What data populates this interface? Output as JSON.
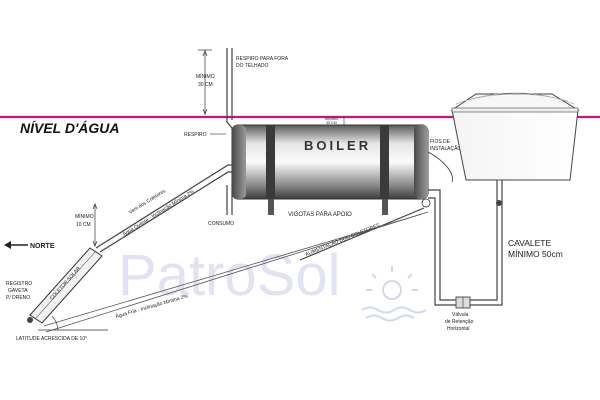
{
  "colors": {
    "water_line": "#c2187a",
    "pipe": "#444444",
    "watermark": "#c9cde8",
    "sun": "#d9dcef"
  },
  "labels": {
    "nivel_agua": "NÍVEL D'ÁGUA",
    "respiro_fora_1": "RESPIRO PARA FORA",
    "respiro_fora_2": "DO TELHADO",
    "minimo_30_1": "MÍNIMO",
    "minimo_30_2": "30 CM",
    "respiro": "RESPIRO",
    "boiler": "BOILER",
    "minimo_small_1": "MÍNIMO",
    "minimo_small_2": "30 CM",
    "fios_1": "FIOS DE",
    "fios_2": "INSTALAÇÃO",
    "vem_coletores": "Vem dos Coletores",
    "agua_quente": "Água Quente - Inclinação Mínima 2%",
    "consumo": "CONSUMO",
    "vigotas": "VIGOTAS PARA APOIO",
    "minimo_10_1": "MÍNIMO",
    "minimo_10_2": "10 CM",
    "norte": "NORTE",
    "coletor_solar": "COLETOR SOLAR",
    "alimentacao": "ALIMENTAÇÃO DOS COLETORES",
    "cavalete_1": "CAVALETE",
    "cavalete_2": "MÍNIMO 50cm",
    "agua_fria": "Água Fria - Inclinação Mínima 2%",
    "registro_1": "REGISTRO",
    "registro_2": "GAVETA",
    "registro_3": "P/ DRENO",
    "latitude": "LATITUDE ACRESCIDA DE 10°",
    "valvula_1": "Válvula",
    "valvula_2": "de Retenção",
    "valvula_3": "Horizontal",
    "watermark": "PatroSol"
  }
}
